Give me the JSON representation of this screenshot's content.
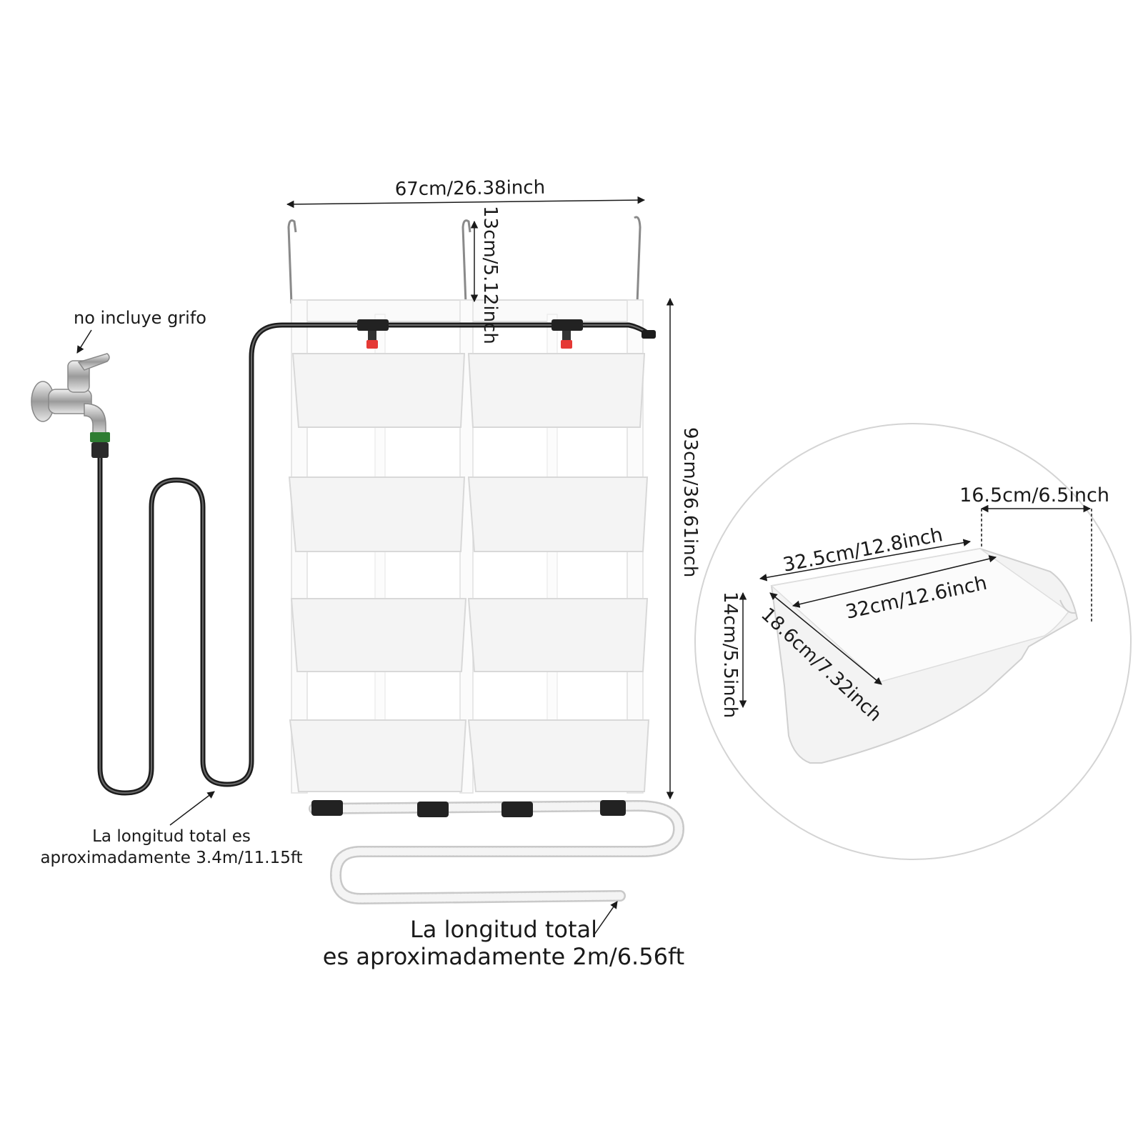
{
  "dimensions": {
    "total_width": "67cm/26.38inch",
    "hook_height": "13cm/5.12inch",
    "total_height": "93cm/36.61inch"
  },
  "pot_detail": {
    "top_width": "16.5cm/6.5inch",
    "top_length": "32.5cm/12.8inch",
    "bottom_length": "32cm/12.6inch",
    "height": "14cm/5.5inch",
    "diagonal_depth": "18.6cm/7.32inch"
  },
  "callouts": {
    "faucet_note": "no incluye grifo",
    "supply_hose_line1": "La longitud total es",
    "supply_hose_line2": "aproximadamente 3.4m/11.15ft",
    "drain_hose_line1": "La longitud total",
    "drain_hose_line2": "es aproximadamente 2m/6.56ft"
  },
  "colors": {
    "pot_fill": "#f4f4f4",
    "pot_stroke": "#d8d8d8",
    "hose_black": "#1c1c1c",
    "drain_hose": "#e9e9e9",
    "dripper_red": "#e53935",
    "connector_green": "#2e7d32"
  }
}
